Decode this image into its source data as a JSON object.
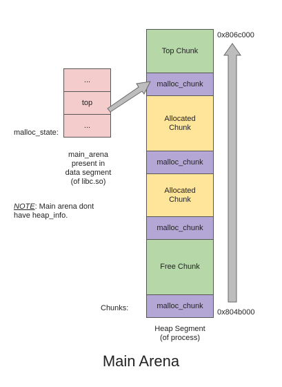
{
  "malloc_state": {
    "label": "malloc_state:",
    "cells": [
      "...",
      "top",
      "..."
    ]
  },
  "main_arena_desc": [
    "main_arena",
    "present in",
    "data segment",
    "(of libc.so)"
  ],
  "note": {
    "key": "NOTE",
    "text_1": ": Main arena dont",
    "text_2": "have heap_info."
  },
  "heap": {
    "chunks": [
      [
        "Top Chunk"
      ],
      [
        "malloc_chunk"
      ],
      [
        "Allocated",
        "Chunk"
      ],
      [
        "malloc_chunk"
      ],
      [
        "Allocated",
        "Chunk"
      ],
      [
        "malloc_chunk"
      ],
      [
        "Free Chunk"
      ],
      [
        "malloc_chunk"
      ]
    ],
    "chunks_label": "Chunks:",
    "caption": [
      "Heap Segment",
      "(of process)"
    ],
    "addr_top": "0x806c000",
    "addr_bottom": "0x804b000"
  },
  "title": "Main Arena",
  "colors": {
    "pink": "#f4cccc",
    "green": "#b6d7a8",
    "purple": "#b4a7d6",
    "yellow": "#ffe599",
    "arrow": "#bdbdbd"
  }
}
